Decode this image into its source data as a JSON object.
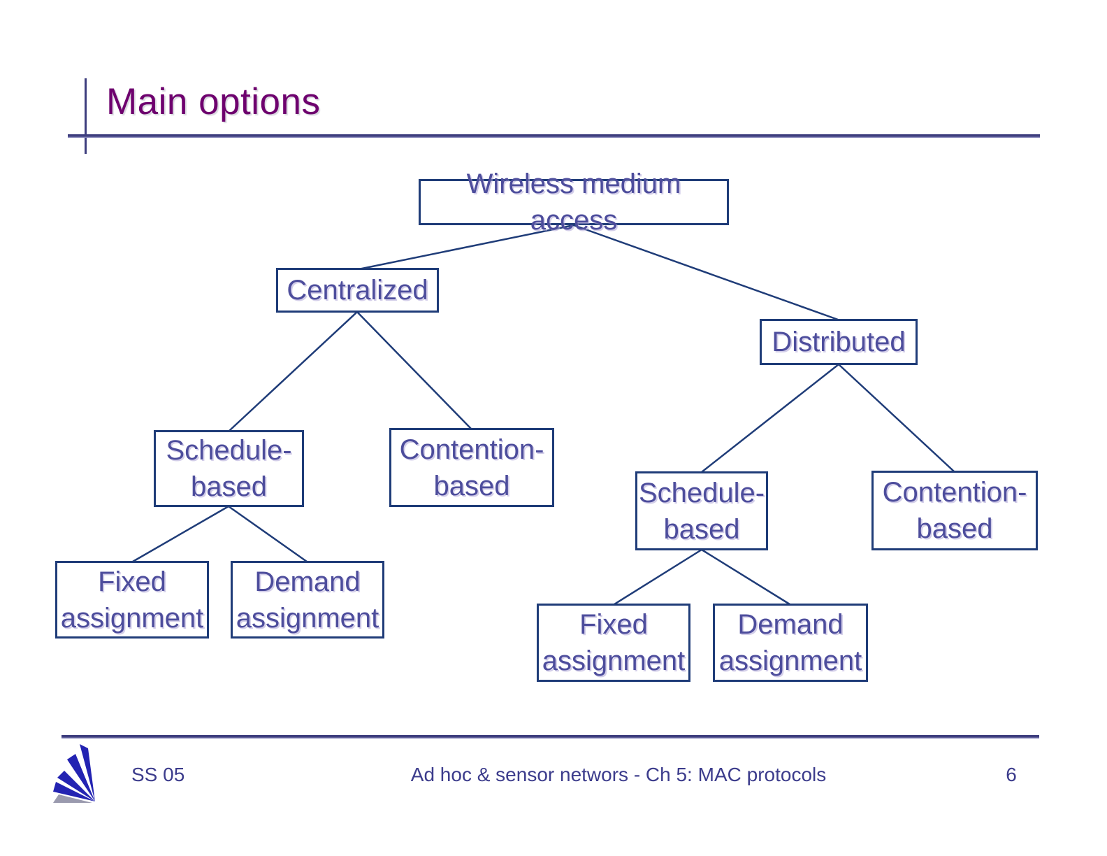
{
  "slide": {
    "title": "Main options",
    "footer": {
      "course": "SS 05",
      "center": "Ad hoc & sensor networs - Ch 5: MAC protocols",
      "page_number": "6"
    }
  },
  "colors": {
    "title_text": "#6E016E",
    "box_border": "#1F3C78",
    "box_text": "#4D4D9C",
    "connector": "#1F3C78",
    "rule": "#3E3E7E",
    "footer_text": "#3C3C8C",
    "logo_blue": "#2323B2"
  },
  "tree": {
    "nodes": {
      "root": {
        "label": "Wireless medium access"
      },
      "centralized": {
        "label": "Centralized"
      },
      "distributed": {
        "label": "Distributed"
      },
      "schedule_left": {
        "label": "Schedule-\nbased"
      },
      "contention_left": {
        "label": "Contention-\nbased"
      },
      "schedule_right": {
        "label": "Schedule-\nbased"
      },
      "contention_right": {
        "label": "Contention-\nbased"
      },
      "fixed_left": {
        "label": "Fixed\nassignment"
      },
      "demand_left": {
        "label": "Demand\nassignment"
      },
      "fixed_right": {
        "label": "Fixed\nassignment"
      },
      "demand_right": {
        "label": "Demand\nassignment"
      }
    }
  }
}
